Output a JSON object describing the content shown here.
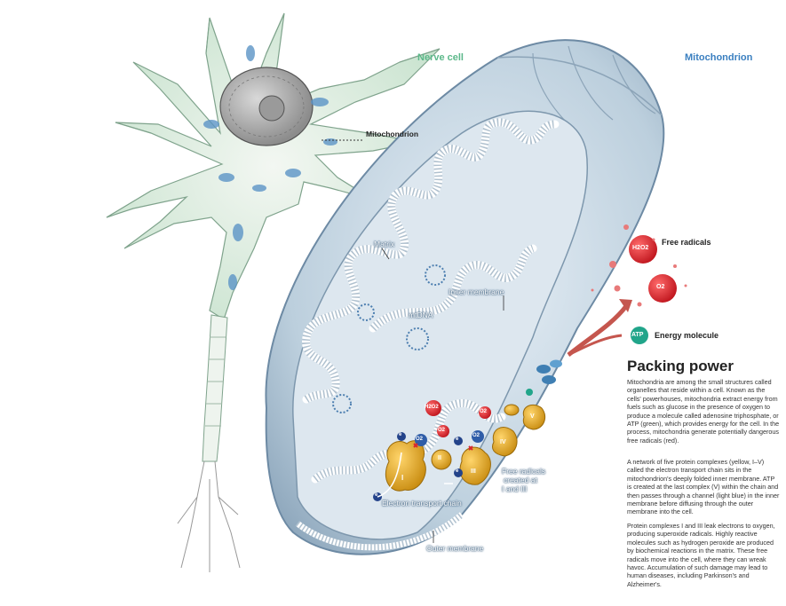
{
  "labels": {
    "nerve_cell": "Nerve cell",
    "mitochondrion_title": "Mitochondrion",
    "mitochondrion_callout": "Mitochondrion",
    "matrix": "Matrix",
    "inner_membrane": "Inner membrane",
    "mtdna": "mtDNA",
    "electron_transport_chain": "Electron transport chain",
    "outer_membrane": "Outer membrane",
    "free_radicals_created_line1": "Free radicals",
    "free_radicals_created_line2": "created at",
    "free_radicals_created_line3": "I and III"
  },
  "legend": {
    "free_radicals": "Free radicals",
    "energy_molecule": "Energy molecule"
  },
  "molecules": {
    "h2o2": "H2O2",
    "superoxide": "O2",
    "atp": "ATP",
    "electron": "e",
    "oxygen": "O2"
  },
  "complexes": [
    "I",
    "II",
    "III",
    "IV",
    "V"
  ],
  "panel": {
    "heading": "Packing power",
    "paragraphs": [
      "Mitochondria are among the small structures called organelles that reside within a cell. Known as the cells' powerhouses, mitochondria extract energy from fuels such as glucose in the presence of oxygen to produce a molecule called adenosine triphosphate, or ATP (green), which provides energy for the cell. In the process, mitochondria generate potentially dangerous free radicals (red).",
      "A network of five protein complexes (yellow, I–V) called the electron transport chain sits in the mitochondrion's deeply folded inner membrane. ATP is created at the last complex (V) within the chain and then passes through a channel (light blue) in the inner membrane before diffusing through the outer membrane into the cell.",
      "Protein complexes I and III leak electrons to oxygen, producing superoxide radicals. Highly reactive molecules such as hydrogen peroxide are produced by biochemical reactions in the matrix. These free radicals move into the cell, where they can wreak havoc. Accumulation of such damage may lead to human diseases, including Parkinson's and Alzheimer's."
    ]
  },
  "colors": {
    "title_blue": "#3a7fc0",
    "nerve_green": "#5cb88a",
    "complex_yellow": "#e7b02a",
    "radical_red": "#d8262e",
    "atp_teal": "#21a58a",
    "electron_navy": "#23438a",
    "channel_blue": "#3f7fb3",
    "membrane_gray": "#9fb6c8"
  }
}
